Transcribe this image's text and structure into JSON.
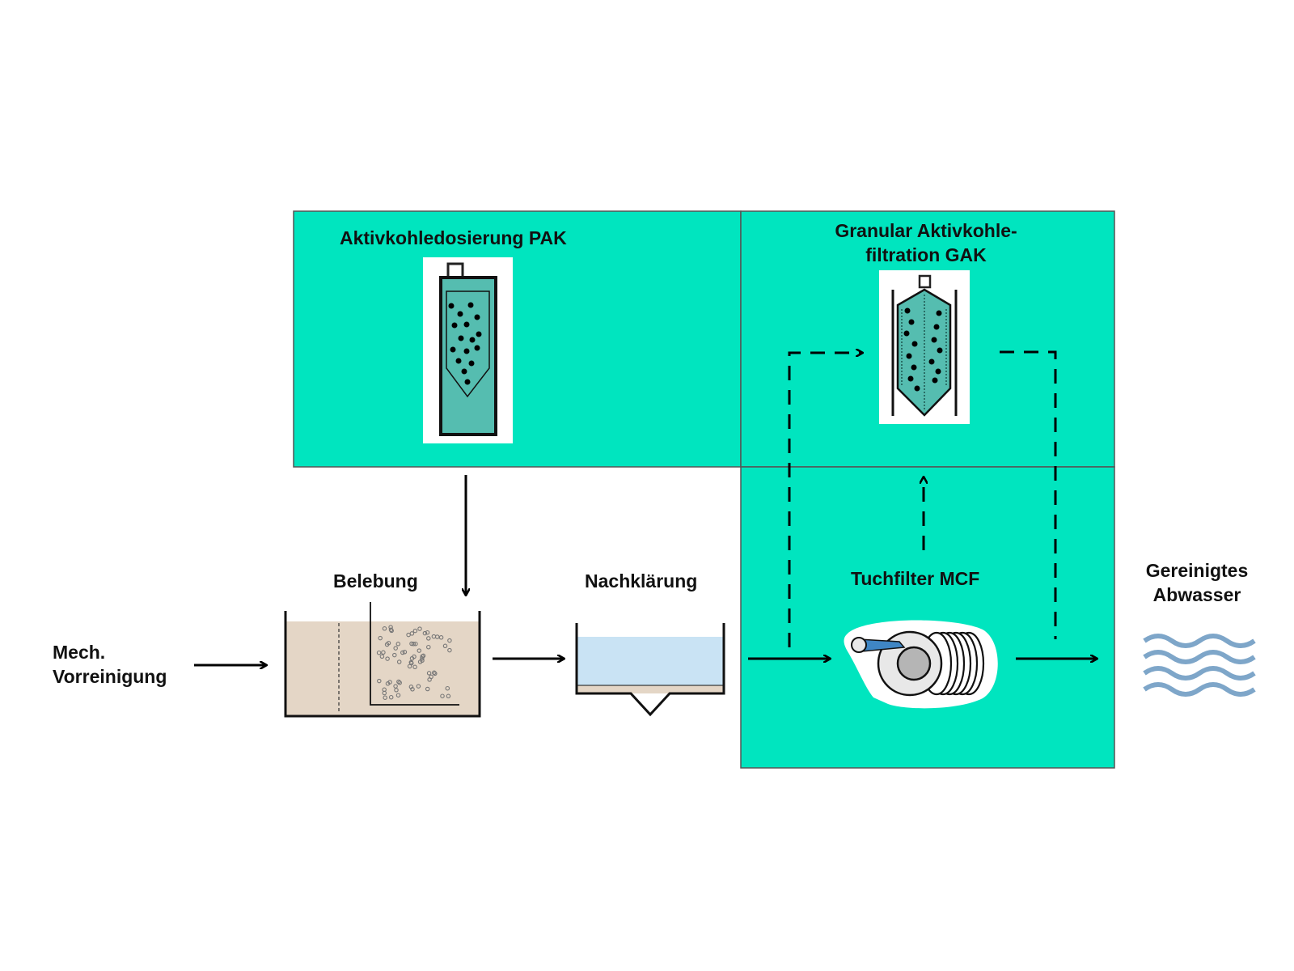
{
  "labels": {
    "pak": "Aktivkohledosierung PAK",
    "gak_line1": "Granular Aktivkohle-",
    "gak_line2": "filtration GAK",
    "belebung": "Belebung",
    "nachklaerung": "Nachklärung",
    "tuchfilter": "Tuchfilter MCF",
    "mech_line1": "Mech.",
    "mech_line2": "Vorreinigung",
    "output_line1": "Gereinigtes",
    "output_line2": "Abwasser"
  },
  "colors": {
    "panel": "#00e5bf",
    "vessel": "#55bdb0",
    "tank": "#e4d6c6",
    "water": "#c9e3f4",
    "waves": "#7ea6c9",
    "filter_belt": "#3f86c4"
  },
  "icons": [
    "pak-vessel-icon",
    "gak-filter-icon",
    "aeration-tank-icon",
    "clarifier-icon",
    "cloth-filter-icon",
    "water-waves-icon"
  ]
}
